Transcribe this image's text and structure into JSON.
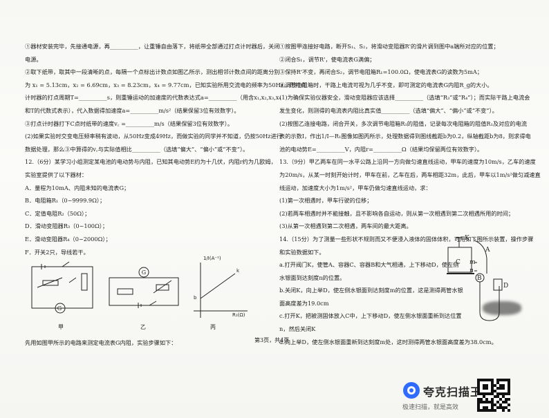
{
  "header_stamp": "",
  "left_column": [
    "①器材安装完毕，先接通电源，再__________，让重锤自由落下，将纸带全部通过打点计时器后，关闭",
    "电源。",
    "②取下纸带，取其中一段清晰的点，每隔一个点标出计数点如图乙所示，测出相邻计数点间的距离分别",
    "为 x₁ = 5.13cm，x₂ = 6.69cm，x₃ = 8.23cm，x₄ = 9.77cm，已知实验所用交流电的频率为50Hz，则打点",
    "计时器的打点周期T=__________s，则重锤运动的加速度的代数表达式a=__________（用含x₁,x₂,x₃,x₄",
    "和T的代数式表示），代入数据得加速度a=__________m/s²（结果保留3位有效数字）。",
    "③打点计时器打下C点时纸带的速度v꜀ =__________m/s（结果保留3位有效数字）。",
    "(2)如果实验时交变电压频率稍有波动，从50Hz变成49Hz，而做实验的同学并不知道，仍按50Hz进行",
    "数据处理，那么③中算得的v꜀与实际值相比__________（选填“偏大”、“偏小”或“不变”）。",
    "12.（6分）某学习小组测定某电池的电动势与内阻，已知其电动势E约为十几伏，内阻r约为几欧姆，",
    "实验室提供了以下器材：",
    "A．量程为10mA、内阻未知的电流表G；",
    "B．电阻箱R₁（0~9999.9Ω）；",
    "C．定值电阻R₂（50Ω）；",
    "D．滑动变阻器R₃（0~100Ω）；",
    "E．滑动变阻器R₄（0~2000Ω）；",
    "F．开关2只，导线若干。"
  ],
  "figure_labels": {
    "jia": "甲",
    "yi": "乙",
    "bing": "丙",
    "axis_y": "1/I(A⁻¹)",
    "axis_x": "R₁(Ω)",
    "intercept": "b",
    "slope": "k"
  },
  "left_bottom_line": "先用如图甲所示的电路来测定电流表G内阻，实验步骤如下：",
  "right_column": [
    "①按图甲连接好电路，断开S₁、S₂，将滑动变阻器R'的滑片调到图中a端所对应的位置；",
    "②闭合S₁，调节R'，使电流表G满偏；",
    "③保持R'不变，再闭合S₂，调节电阻箱R₁=100.0Ω，使电流表G的读数为5mA；",
    "④调节电阻箱时，干路上电流可视为几乎不变，即可测定的电流表G内阻R_g的大小。",
    "(1)为确保实验仪器安全，滑动变阻器应该选择__________（选填“R₃”或“R₄”）；而实际干路上电流会",
    "发生变化，则测得的电流表内阻比真实值__________（选填“偏大”、“偏小”或“不变”）。",
    "(2)按图乙连接电路，闭合开关，多次调节电阻箱R₁的阻值，记录每次电阻箱的阻值R₁及对应的电流",
    "表的示数I，作出1/I—R₁图像如图丙所示，处理数据得到图线截距b为0.2，纵轴截距b为8，则求得电",
    "池的电动势E=__________V，内阻r=__________Ω（结果均保留两位有效数字）。",
    "13.（9分）甲乙两车在同一水平公路上沿同一方向做匀速直线运动，甲车的速度为10m/s，乙车的速度",
    "为20m/s，从某一时刻开始计时，甲车在前，乙车在后，两车相距32m，此后，甲车以1m/s²做匀减速直",
    "线运动，加速度大小为1m/s²，甲车仍做匀速直线运动，求：",
    "(1)第一次相遇时，甲车行驶的位移；",
    "(2)若两车相遇时并不能接触，且不影响各自运动，则从第一次相遇到第二次相遇所用的时间；",
    "(3)从第一次相遇到第二次相遇，两车间的最大距离。",
    "14.（15分）为了测量一些形状不规则而又不便浸入液体的固体体积，可用如下图所示装置，操作步骤",
    "和实验数据如下。",
    "a.打开阀门K，使管A、容器C、容器B和大气相通，上下移动D，使左侧",
    "水银面到达刻度n的位置。",
    "b.关闭K，向上举D，使左侧水银面到达刻度m的位置，这是测得两管水银",
    "面高度差为19.0cm",
    "c.打开K，把被测固体放入C中，上下移动D，使左侧水银面重新到达位置",
    "n，然后关闭K",
    "d.向上举D，使左侧水银面重新到达刻度m处，这时测得两管水银面高度差为38.0cm。"
  ],
  "apparatus_labels": {
    "k": "K",
    "a": "A",
    "c": "C",
    "m": "m",
    "n": "n",
    "b": "B",
    "d": "D"
  },
  "page_footer": "第3页，共4页",
  "scribble": "",
  "brand": {
    "name": "夸克扫描王",
    "tagline": "极速扫描，就是高效"
  }
}
